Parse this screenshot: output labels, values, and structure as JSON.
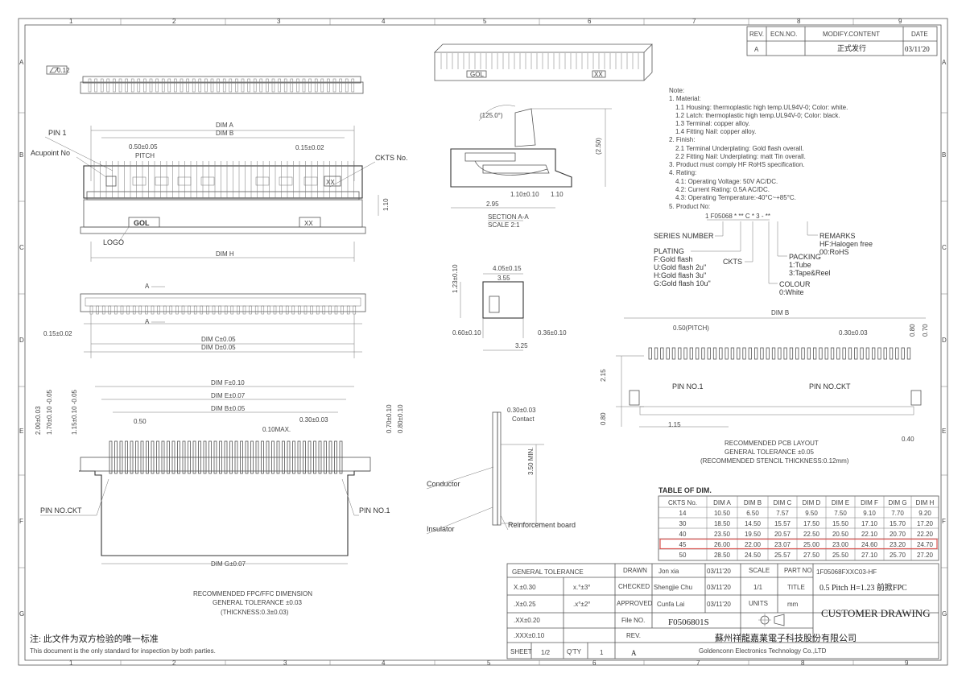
{
  "grid": {
    "cols": [
      "1",
      "2",
      "3",
      "4",
      "5",
      "6",
      "7",
      "8",
      "9"
    ],
    "rows": [
      "A",
      "B",
      "C",
      "D",
      "E",
      "F",
      "G"
    ]
  },
  "revision": {
    "headers": [
      "REV.",
      "ECN.NO.",
      "MODIFY.CONTENT",
      "DATE"
    ],
    "rev": "A",
    "content": "正式发行",
    "date": "03/11'20"
  },
  "notes": [
    "Note:",
    "1. Material:",
    "1.1 Housing: thermoplastic high temp.UL94V-0; Color: white.",
    "1.2 Latch: thermoplastic high temp.UL94V-0; Color: black.",
    "1.3 Terminal: copper alloy.",
    "1.4 Fitting Nail: copper alloy.",
    "2. Finish:",
    "2.1 Terminal Underplating: Gold flash overall.",
    "2.2 Fitting Nail: Underplating: matt Tin overall.",
    "3. Product must comply HF RoHS specification.",
    "4. Rating:",
    "4.1: Operating Voltage: 50V AC/DC.",
    "4.2: Current Rating: 0.5A AC/DC.",
    "4.3: Operating Temperature:-40°C~+85°C.",
    "5. Product No:"
  ],
  "partcode": {
    "code": "1 F05068 * ** C * 3 - **",
    "series": "SERIES NUMBER",
    "plating": [
      "PLATING",
      "F:Gold flash",
      "U:Gold flash 2u\"",
      "H:Gold flash 3u\"",
      "G:Gold flash 10u\""
    ],
    "ckts": "CKTS",
    "colour": [
      "COLOUR",
      "0:White"
    ],
    "packing": [
      "PACKING",
      "1:Tube",
      "3:Tape&Reel"
    ],
    "remarks": [
      "REMARKS",
      "HF:Halogen free",
      "00:RoHS"
    ]
  },
  "top_view": {
    "flat": "0.12",
    "dim_a": "DIM A",
    "dim_b": "DIM B",
    "pitch": "0.50±0.05",
    "pitch_label": "PITCH",
    "tol": "0.15±0.02",
    "pin1": "PIN 1",
    "acupoint": "Acupoint No",
    "ckts_no": "CKTS No.",
    "gol": "GOL",
    "xx": "XX",
    "logo": "LOGO",
    "h": "1.10",
    "dim_h": "DIM H"
  },
  "front_view": {
    "a": "A",
    "tol": "0.15±0.02",
    "dim_c": "DIM C±0.05",
    "dim_d": "DIM D±0.05"
  },
  "section": {
    "angle": "(125.0°)",
    "h": "(2.50)",
    "w1": "1.10±0.10",
    "w2": "1.10",
    "w3": "2.95",
    "title": "SECTION A-A",
    "scale": "SCALE   2:1"
  },
  "side": {
    "w1": "4.05±0.15",
    "w2": "3.55",
    "h": "1.23±0.10",
    "l": "0.60±0.10",
    "r": "0.36±0.10",
    "b": "3.25"
  },
  "pcb": {
    "dim_b": "DIM B",
    "pitch": "0.50(PITCH)",
    "pad": "0.30±0.03",
    "v1": "0.80",
    "v2": "0.70",
    "v3": "2.15",
    "v4": "0.80",
    "w": "1.15",
    "r": "0.40",
    "pin1": "PIN NO.1",
    "pinckt": "PIN NO.CKT",
    "cap1": "RECOMMENDED PCB LAYOUT",
    "cap2": "GENERAL TOLERANCE ±0.05",
    "cap3": "(RECOMMENDED STENCIL THICKNESS:0.12mm)"
  },
  "fpc": {
    "dim_f": "DIM F±0.10",
    "dim_e": "DIM E±0.07",
    "dim_b": "DIM B±0.05",
    "p": "0.50",
    "max": "0.10MAX.",
    "w": "0.30±0.03",
    "v": [
      "2.00±0.03",
      "1.70±0.10 -0.05",
      "1.15±0.10 -0.05",
      "0.70±0.10",
      "0.80±0.10"
    ],
    "dim_g": "DIM G±0.07",
    "pinckt": "PIN NO.CKT",
    "pin1": "PIN NO.1",
    "cap1": "RECOMMENDED FPC/FFC DIMENSION",
    "cap2": "GENERAL TOLERANCE ±0.03",
    "cap3": "(THICKNESS:0.3±0.03)"
  },
  "fpc_section": {
    "t": "0.30±0.03",
    "contact": "Contact",
    "min": "3.50 MIN.",
    "conductor": "Conductor",
    "insulator": "Insulator",
    "board": "Reinforcement board"
  },
  "dim_table": {
    "title": "TABLE OF DIM.",
    "headers": [
      "CKTS No.",
      "DIM A",
      "DIM B",
      "DIM C",
      "DIM D",
      "DIM E",
      "DIM F",
      "DIM G",
      "DIM H"
    ],
    "rows": [
      [
        "14",
        "10.50",
        "6.50",
        "7.57",
        "9.50",
        "7.50",
        "9.10",
        "7.70",
        "9.20"
      ],
      [
        "30",
        "18.50",
        "14.50",
        "15.57",
        "17.50",
        "15.50",
        "17.10",
        "15.70",
        "17.20"
      ],
      [
        "40",
        "23.50",
        "19.50",
        "20.57",
        "22.50",
        "20.50",
        "22.10",
        "20.70",
        "22.20"
      ],
      [
        "45",
        "26.00",
        "22.00",
        "23.07",
        "25.00",
        "23.00",
        "24.60",
        "23.20",
        "24.70"
      ],
      [
        "50",
        "28.50",
        "24.50",
        "25.57",
        "27.50",
        "25.50",
        "27.10",
        "25.70",
        "27.20"
      ]
    ],
    "highlight_row": 3,
    "highlight_color": "#d9534f"
  },
  "titleblock": {
    "general_tolerance": "GENERAL TOLERANCE",
    "tol": [
      [
        "X.±0.30",
        "x.°±3°"
      ],
      [
        ".X±0.25",
        ".x°±2°"
      ],
      [
        ".XX±0.20",
        ""
      ],
      [
        ".XXX±0.10",
        ""
      ]
    ],
    "drawn": "DRAWN",
    "checked": "CHECKED",
    "approved": "APPROVED",
    "drawn_by": "Jon xia",
    "checked_by": "Shengjie Chu",
    "approved_by": "Cunfa Lai",
    "date": "03/11'20",
    "scale_label": "SCALE",
    "scale": "1/1",
    "units_label": "UNITS",
    "units": "mm",
    "file_label": "File NO.",
    "file": "F0506801S",
    "rev_label": "REV.",
    "rev": "A",
    "part_label": "PART NO.",
    "part": "1F05068FXXC03-HF",
    "title_label": "TITLE",
    "title": "0.5 Pitch H=1.23 前掀FPC",
    "customer": "CUSTOMER DRAWING",
    "company_cn": "蘇州祥龍嘉業電子科技股份有限公司",
    "company_en": "Goldenconn Electronics Technology Co.,LTD",
    "sheet_label": "SHEET",
    "sheet": "1/2",
    "qty_label": "Q'TY",
    "qty": "1",
    "sheet_rev": "A"
  },
  "footer": {
    "cn": "注: 此文件为双方检验的唯一标准",
    "en": "This document is the only standard for inspection by both parties."
  }
}
